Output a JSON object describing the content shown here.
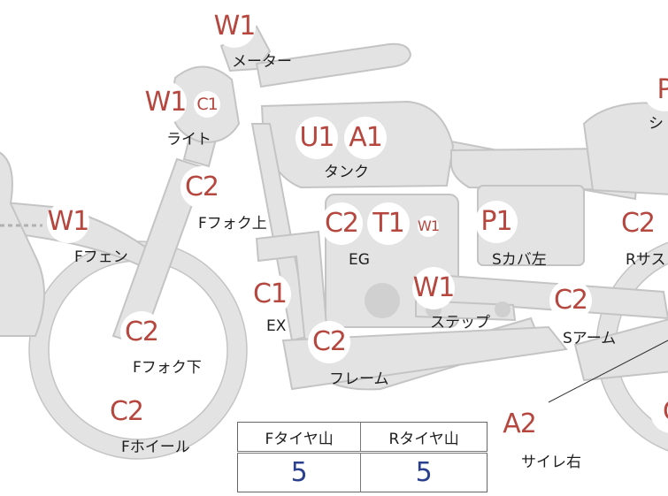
{
  "parts": {
    "meter": {
      "grade": "W1",
      "label": "メーター"
    },
    "light": {
      "grades": [
        "W1",
        "C1"
      ],
      "label": "ライト"
    },
    "tank": {
      "grades": [
        "U1",
        "A1"
      ],
      "label": "タンク"
    },
    "fork_upper": {
      "grade": "C2",
      "label": "Fフォク上"
    },
    "fender": {
      "grade": "W1",
      "label": "Fフェン"
    },
    "engine": {
      "grades": [
        "C2",
        "T1",
        "W1"
      ],
      "label": "EG"
    },
    "side_cover": {
      "grade": "P1",
      "label": "Sカバ左"
    },
    "exhaust": {
      "grade": "C1",
      "label": "EX"
    },
    "step": {
      "grade": "W1",
      "label": "ステップ"
    },
    "fork_lower": {
      "grade": "C2",
      "label": "Fフォク下"
    },
    "frame": {
      "grade": "C2",
      "label": "フレーム"
    },
    "swing_arm": {
      "grade": "C2",
      "label": "Sアーム"
    },
    "rear_susp": {
      "grade": "C2",
      "label": "Rサス"
    },
    "front_wheel": {
      "grade": "C2",
      "label": "Fホイール"
    },
    "muffler_r": {
      "grade": "A2",
      "label": "サイレ右"
    },
    "seat": {
      "grade": "P",
      "label": "シ"
    },
    "rear_wheel": {
      "grade": "C"
    }
  },
  "tire_table": {
    "headers": [
      "Fタイヤ山",
      "Rタイヤ山"
    ],
    "values": [
      "5",
      "5"
    ]
  },
  "colors": {
    "body_fill": "#e3e3e3",
    "outline": "#c4c4c4",
    "grade_text": "#b5473f",
    "value_text": "#2b3f8f"
  }
}
